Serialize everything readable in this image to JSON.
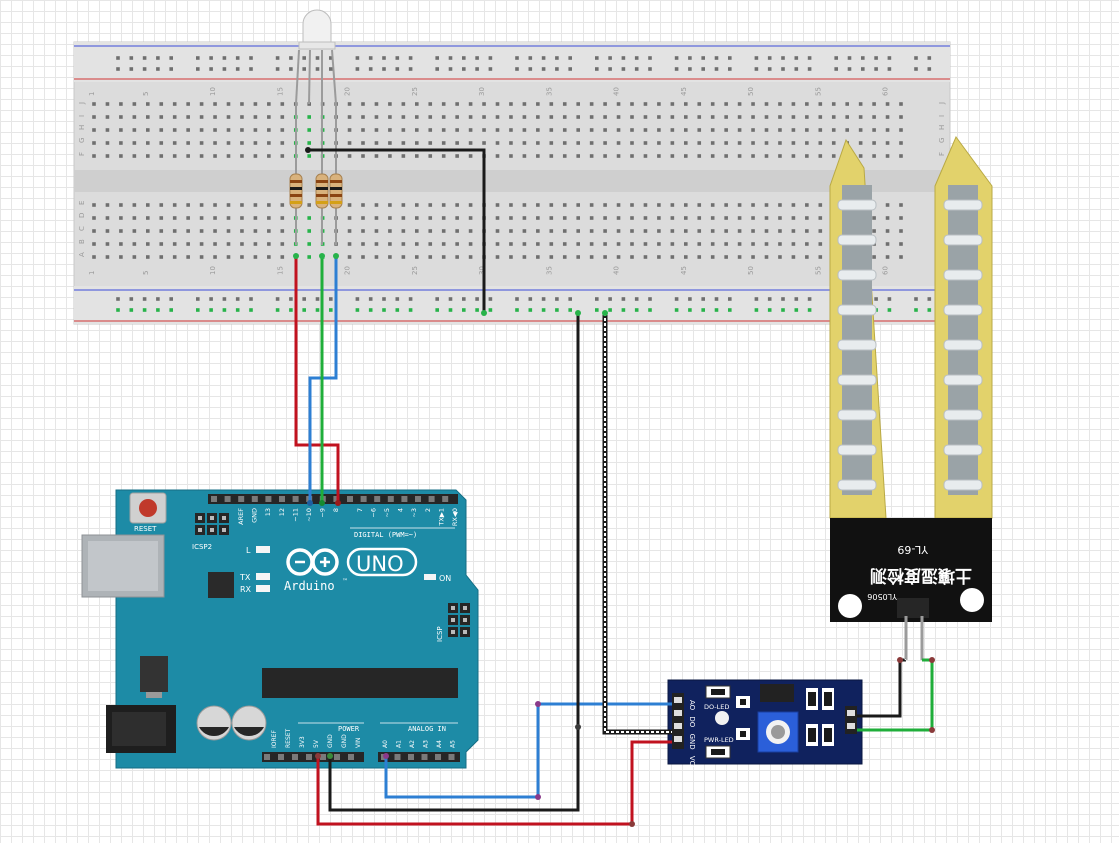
{
  "breadboard": {
    "top_row_letters": [
      "J",
      "I",
      "H",
      "G",
      "F"
    ],
    "bottom_row_letters": [
      "E",
      "D",
      "C",
      "B",
      "A"
    ],
    "column_numbers": [
      "1",
      "5",
      "10",
      "15",
      "20",
      "25",
      "30",
      "35",
      "40",
      "45",
      "50",
      "55",
      "60"
    ]
  },
  "arduino": {
    "reset_label": "RESET",
    "icsp2_label": "ICSP2",
    "icsp_label": "ICSP",
    "l_label": "L",
    "tx_label": "TX",
    "rx_label": "RX",
    "on_label": "ON",
    "logo_text": "Arduino",
    "tm_text": "™",
    "uno_text": "UNO",
    "digital_label": "DIGITAL (PWM=~)",
    "power_label": "POWER",
    "analog_label": "ANALOG IN",
    "digital_pins": [
      "AREF",
      "GND",
      "13",
      "12",
      "~11",
      "~10",
      "~9",
      "8",
      "7",
      "~6",
      "~5",
      "4",
      "~3",
      "2",
      "TX▶1",
      "RX◀0"
    ],
    "power_pins": [
      "IOREF",
      "RESET",
      "3V3",
      "5V",
      "GND",
      "GND",
      "VIN"
    ],
    "analog_pins": [
      "A0",
      "A1",
      "A2",
      "A3",
      "A4",
      "A5"
    ]
  },
  "sensor_probe": {
    "model": "YL-69",
    "code": "YL0506",
    "chinese": "土壤湿度检测"
  },
  "sensor_module": {
    "pin_labels": [
      "AO",
      "DO",
      "GND",
      "VCC"
    ],
    "do_led_label": "DO-LED",
    "pwr_led_label": "PWR-LED"
  },
  "colors": {
    "wire_red": "#c1121f",
    "wire_black": "#1a1a1a",
    "wire_blue": "#2d7fd3",
    "wire_green": "#1fae3a",
    "board_teal": "#1d8ba6",
    "probe_yellow": "#e2d26b"
  }
}
